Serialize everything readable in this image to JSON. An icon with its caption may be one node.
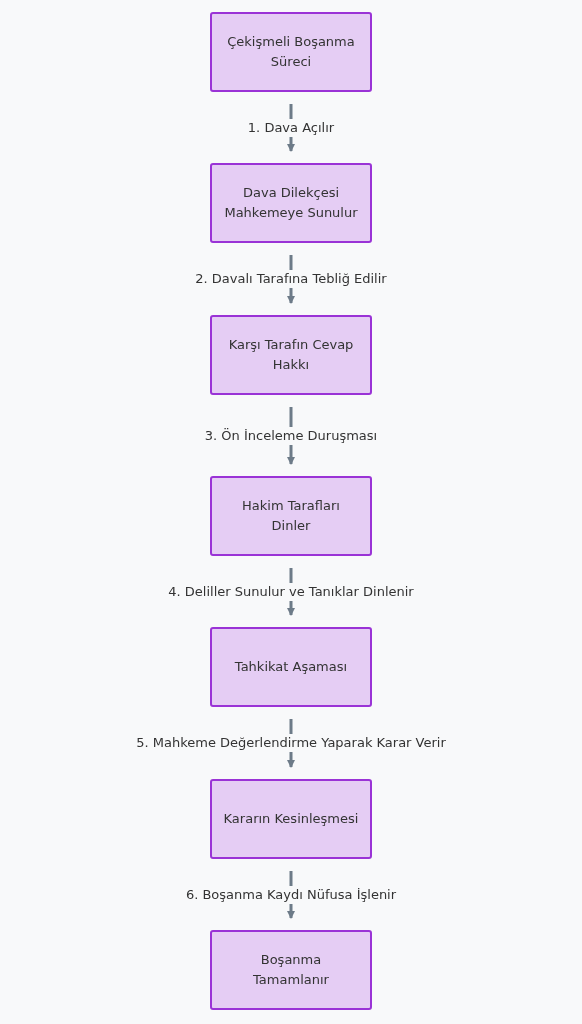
{
  "diagram": {
    "nodes": [
      {
        "text": [
          "Çekişmeli Boşanma Süreci"
        ]
      },
      {
        "text": [
          "Dava Dilekçesi Mahkemeye Sunulur"
        ]
      },
      {
        "text": [
          "Karşı Tarafın Cevap Hakkı"
        ]
      },
      {
        "text": [
          "Hakim Tarafları Dinler"
        ]
      },
      {
        "text": [
          "Tahkikat Aşaması"
        ]
      },
      {
        "text": [
          "Kararın Kesinleşmesi"
        ]
      },
      {
        "text": [
          "Boşanma Tamamlanır"
        ]
      }
    ],
    "edges": [
      {
        "from": 0,
        "to": 1,
        "arrow": "to",
        "label": "1. Dava Açılır"
      },
      {
        "from": 1,
        "to": 2,
        "arrow": "to",
        "label": "2. Davalı Tarafına Tebliğ Edilir"
      },
      {
        "from": 2,
        "to": 3,
        "arrow": "to",
        "label": "3. Ön İnceleme Duruşması"
      },
      {
        "from": 3,
        "to": 4,
        "arrow": "to",
        "label": "4. Deliller Sunulur ve Tanıklar Dinlenir"
      },
      {
        "from": 4,
        "to": 5,
        "arrow": "to",
        "label": "5. Mahkeme Değerlendirme Yaparak Karar Verir"
      },
      {
        "from": 5,
        "to": 6,
        "arrow": "to",
        "label": "6. Boşanma Kaydı Nüfusa İşlenir"
      }
    ]
  }
}
